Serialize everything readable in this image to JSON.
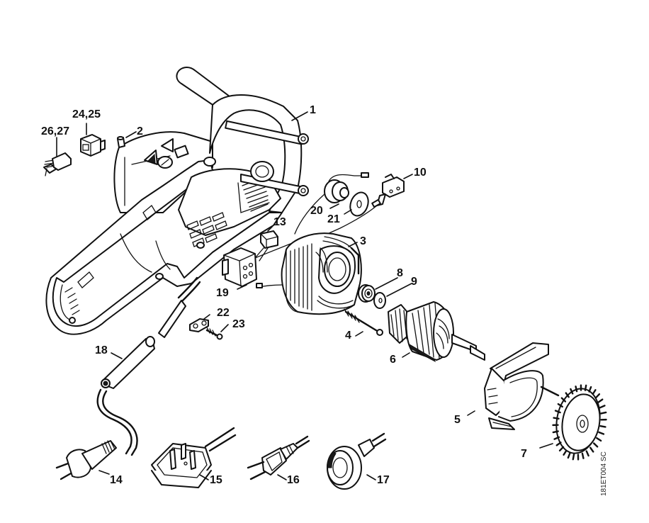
{
  "diagram": {
    "type": "exploded-parts-view",
    "subject": "electric chainsaw motor housing and power cord assembly",
    "document_code": "181ET004 SC",
    "callouts": [
      {
        "id": "1",
        "part": "housing"
      },
      {
        "id": "2",
        "part": "sleeve"
      },
      {
        "id": "3",
        "part": "field-coil-stator"
      },
      {
        "id": "4",
        "part": "screw-long"
      },
      {
        "id": "5",
        "part": "fan-housing-brush-holder"
      },
      {
        "id": "6",
        "part": "armature"
      },
      {
        "id": "7",
        "part": "fan-wheel"
      },
      {
        "id": "8",
        "part": "ball-bearing"
      },
      {
        "id": "9",
        "part": "washer"
      },
      {
        "id": "10",
        "part": "microswitch"
      },
      {
        "id": "13",
        "part": "capacitor"
      },
      {
        "id": "14",
        "part": "plug-schuko"
      },
      {
        "id": "15",
        "part": "plug-uk"
      },
      {
        "id": "16",
        "part": "plug-euro"
      },
      {
        "id": "17",
        "part": "plug-round"
      },
      {
        "id": "18",
        "part": "power-cord-grommet"
      },
      {
        "id": "19",
        "part": "switch"
      },
      {
        "id": "20",
        "part": "thermal-cutout"
      },
      {
        "id": "21",
        "part": "washer-disc"
      },
      {
        "id": "22",
        "part": "cord-clamp"
      },
      {
        "id": "23",
        "part": "screw-short"
      },
      {
        "id": "24,25",
        "part": "brush-holder"
      },
      {
        "id": "26,27",
        "part": "carbon-brush"
      }
    ]
  }
}
